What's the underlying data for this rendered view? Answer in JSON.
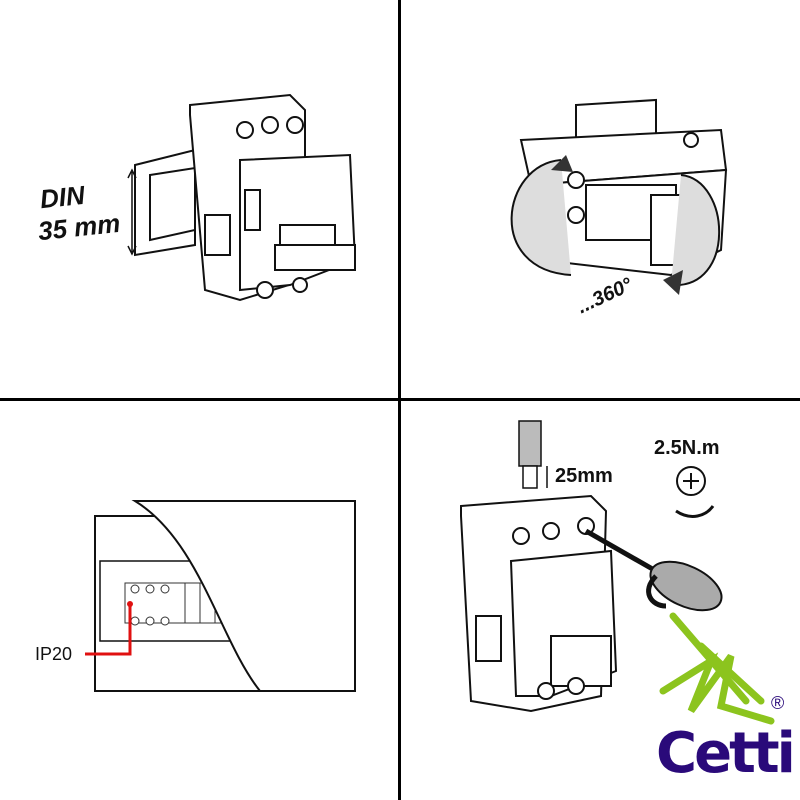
{
  "panels": {
    "din_mounting": {
      "line1": "DIN",
      "line2": "35 mm"
    },
    "rotation": {
      "angle_label": "...360°"
    },
    "enclosure": {
      "protection_label": "IP20",
      "accent_color": "#e01010"
    },
    "wiring": {
      "strip_length_label": "25mm",
      "torque_label": "2.5N.m"
    }
  },
  "logo": {
    "text": "Cetti",
    "registered_mark": "®",
    "text_color": "#2a0a7a",
    "mark_color": "#8cc41e"
  }
}
